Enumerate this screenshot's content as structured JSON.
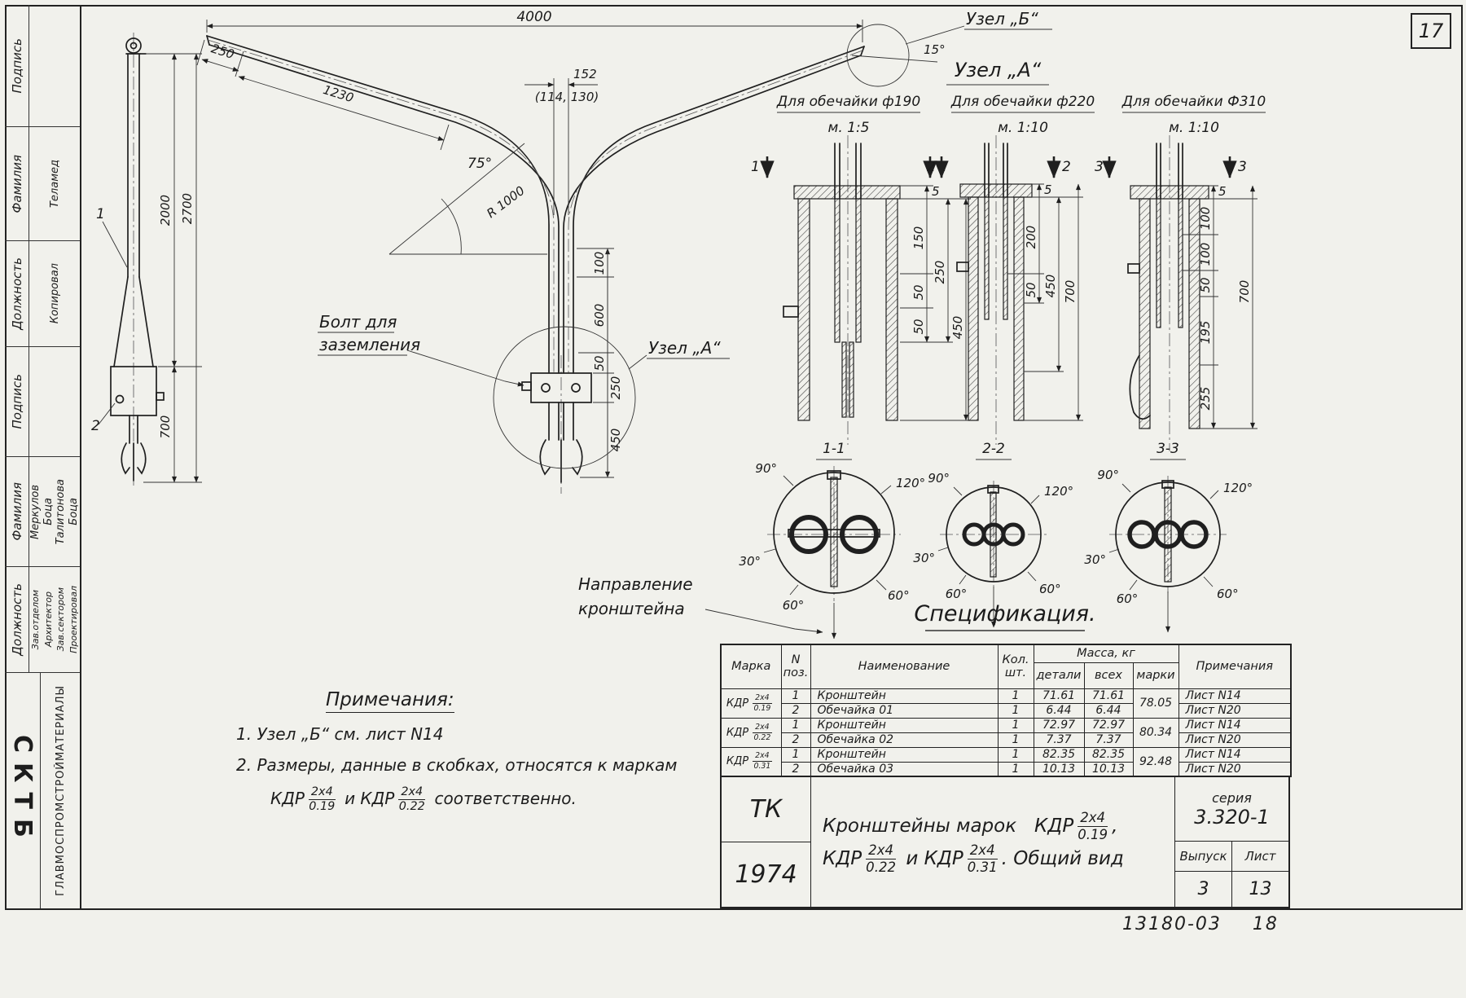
{
  "page": {
    "sheet_number": "17",
    "footer_code": "13180-03",
    "footer_page": "18"
  },
  "stamp": {
    "podpis_top": "Подпись",
    "familia_top_label": "Фамилия",
    "familia_top_value": "Теламед",
    "dolzhnost_top_label": "Должность",
    "dolzhnost_top_value": "Копировал",
    "podpis_mid": "Подпись",
    "familia_label": "Фамилия",
    "names": [
      "Меркулов",
      "Боца",
      "Талитонова",
      "Боца"
    ],
    "dolzhnost_label": "Должность",
    "roles": [
      "Зав.отделом",
      "Архитектор",
      "Зав.сектором",
      "Проектировал"
    ],
    "org_short": "СКТБ",
    "org_full": "ГЛАВМОСПРОМСТРОЙМАТЕРИАЛЫ"
  },
  "main_view": {
    "dim_4000": "4000",
    "dim_250": "250",
    "dim_1230": "1230",
    "dim_152": "152",
    "dim_152_brackets": "(114, 130)",
    "angle_75": "75°",
    "radius_1000": "R 1000",
    "dim_2000": "2000",
    "dim_2700": "2700",
    "dim_700": "700",
    "dim_100": "100",
    "dim_600": "600",
    "dim_50": "50",
    "dim_250b": "250",
    "dim_450": "450",
    "angle_15": "15°",
    "callout_1": "1",
    "callout_2": "2",
    "uzel_b_label": "Узел „Б“",
    "uzel_a_callout": "Узел „А“",
    "bolt_line1": "Болт для",
    "bolt_line2": "заземления",
    "direction_line1": "Направление",
    "direction_line2": "кронштейна"
  },
  "details": {
    "heading": "Узел „А“",
    "d1": {
      "title": "Для обечайки ф190",
      "scale": "м. 1:5",
      "mark": "1",
      "dim_5": "5",
      "dim_150": "150",
      "dim_50a": "50",
      "dim_50b": "50",
      "dim_250": "250",
      "dim_450": "450"
    },
    "d2": {
      "title": "Для обечайки ф220",
      "scale": "м. 1:10",
      "mark": "2",
      "dim_5": "5",
      "dim_200": "200",
      "dim_50": "50",
      "dim_450": "450",
      "dim_700": "700"
    },
    "d3": {
      "title": "Для обечайки Ф310",
      "scale": "м. 1:10",
      "mark": "3",
      "dim_5": "5",
      "dim_100a": "100",
      "dim_100b": "100",
      "dim_50": "50",
      "dim_195": "195",
      "dim_255": "255",
      "dim_700": "700"
    }
  },
  "sections": {
    "s1": {
      "label": "1-1",
      "a90": "90°",
      "a120": "120°",
      "a30": "30°",
      "a60a": "60°",
      "a60b": "60°"
    },
    "s2": {
      "label": "2-2",
      "a90": "90°",
      "a120": "120°",
      "a30": "30°",
      "a60a": "60°",
      "a60b": "60°"
    },
    "s3": {
      "label": "3-3",
      "a90": "90°",
      "a120": "120°",
      "a30": "30°",
      "a60a": "60°",
      "a60b": "60°"
    }
  },
  "notes": {
    "heading": "Примечания:",
    "note1": "1. Узел „Б“ см. лист N14",
    "note2_line1": "2. Размеры, данные в скобках, относятся к маркам",
    "note2_kdr1": "КДР",
    "note2_frac1_num": "2x4",
    "note2_frac1_den": "0.19",
    "note2_and": "и  КДР",
    "note2_frac2_num": "2x4",
    "note2_frac2_den": "0.22",
    "note2_end": "соответственно."
  },
  "spec": {
    "heading": "Спецификация.",
    "headers": {
      "marka": "Марка",
      "n": "N",
      "poz": "поз.",
      "name": "Наименование",
      "kol": "Кол.",
      "sht": "шт.",
      "massa": "Масса, кг",
      "detali": "детали",
      "vsekh": "всех",
      "marki": "марки",
      "prim": "Примечания"
    },
    "marks": [
      {
        "prefix": "КДР",
        "num": "2x4",
        "den": "0.19",
        "mass": "78.05"
      },
      {
        "prefix": "КДР",
        "num": "2x4",
        "den": "0.22",
        "mass": "80.34"
      },
      {
        "prefix": "КДР",
        "num": "2x4",
        "den": "0.31",
        "mass": "92.48"
      }
    ],
    "rows": [
      {
        "pos": "1",
        "name": "Кронштейн",
        "qty": "1",
        "det": "71.61",
        "all": "71.61",
        "note": "Лист N14"
      },
      {
        "pos": "2",
        "name": "Обечайка 01",
        "qty": "1",
        "det": "6.44",
        "all": "6.44",
        "note": "Лист N20"
      },
      {
        "pos": "1",
        "name": "Кронштейн",
        "qty": "1",
        "det": "72.97",
        "all": "72.97",
        "note": "Лист N14"
      },
      {
        "pos": "2",
        "name": "Обечайка 02",
        "qty": "1",
        "det": "7.37",
        "all": "7.37",
        "note": "Лист N20"
      },
      {
        "pos": "1",
        "name": "Кронштейн",
        "qty": "1",
        "det": "82.35",
        "all": "82.35",
        "note": "Лист N14"
      },
      {
        "pos": "2",
        "name": "Обечайка 03",
        "qty": "1",
        "det": "10.13",
        "all": "10.13",
        "note": "Лист N20"
      }
    ]
  },
  "title_block": {
    "tk": "ТК",
    "year": "1974",
    "line1_pre": "Кронштейны  марок",
    "line1_kdr": "КДР",
    "frac1_num": "2x4",
    "frac1_den": "0.19",
    "line1_comma": ",",
    "line2_kdr1": "КДР",
    "frac2_num": "2x4",
    "frac2_den": "0.22",
    "line2_and": "и  КДР",
    "frac3_num": "2x4",
    "frac3_den": "0.31",
    "line2_end": ".  Общий  вид",
    "series_label": "серия",
    "series_value": "3.320-1",
    "vypusk_label": "Выпуск",
    "vypusk_value": "3",
    "list_label": "Лист",
    "list_value": "13"
  }
}
